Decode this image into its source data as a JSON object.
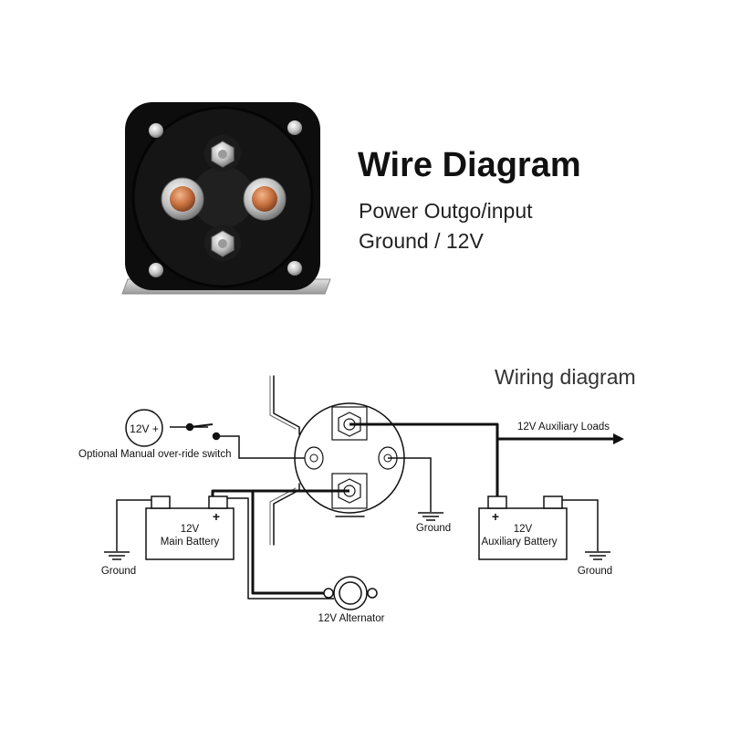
{
  "header": {
    "title": "Wire Diagram",
    "line1": "Power Outgo/input",
    "line2": "Ground / 12V"
  },
  "schematic": {
    "title": "Wiring diagram",
    "labels": {
      "source_12v": "12V +",
      "override_switch": "Optional Manual over-ride switch",
      "auxiliary_loads": "12V Auxiliary Loads",
      "ground_solenoid": "Ground",
      "ground_main": "Ground",
      "ground_aux": "Ground",
      "main_battery_line1": "12V",
      "main_battery_line2": "Main Battery",
      "aux_battery_line1": "12V",
      "aux_battery_line2": "Auxiliary Battery",
      "plus_main": "+",
      "plus_aux": "+",
      "alternator": "12V Alternator"
    }
  },
  "colors": {
    "solenoid_body": "#0d0d0d",
    "copper": "#c8713f",
    "bracket": "#bcbcbc",
    "wire": "#111111"
  }
}
